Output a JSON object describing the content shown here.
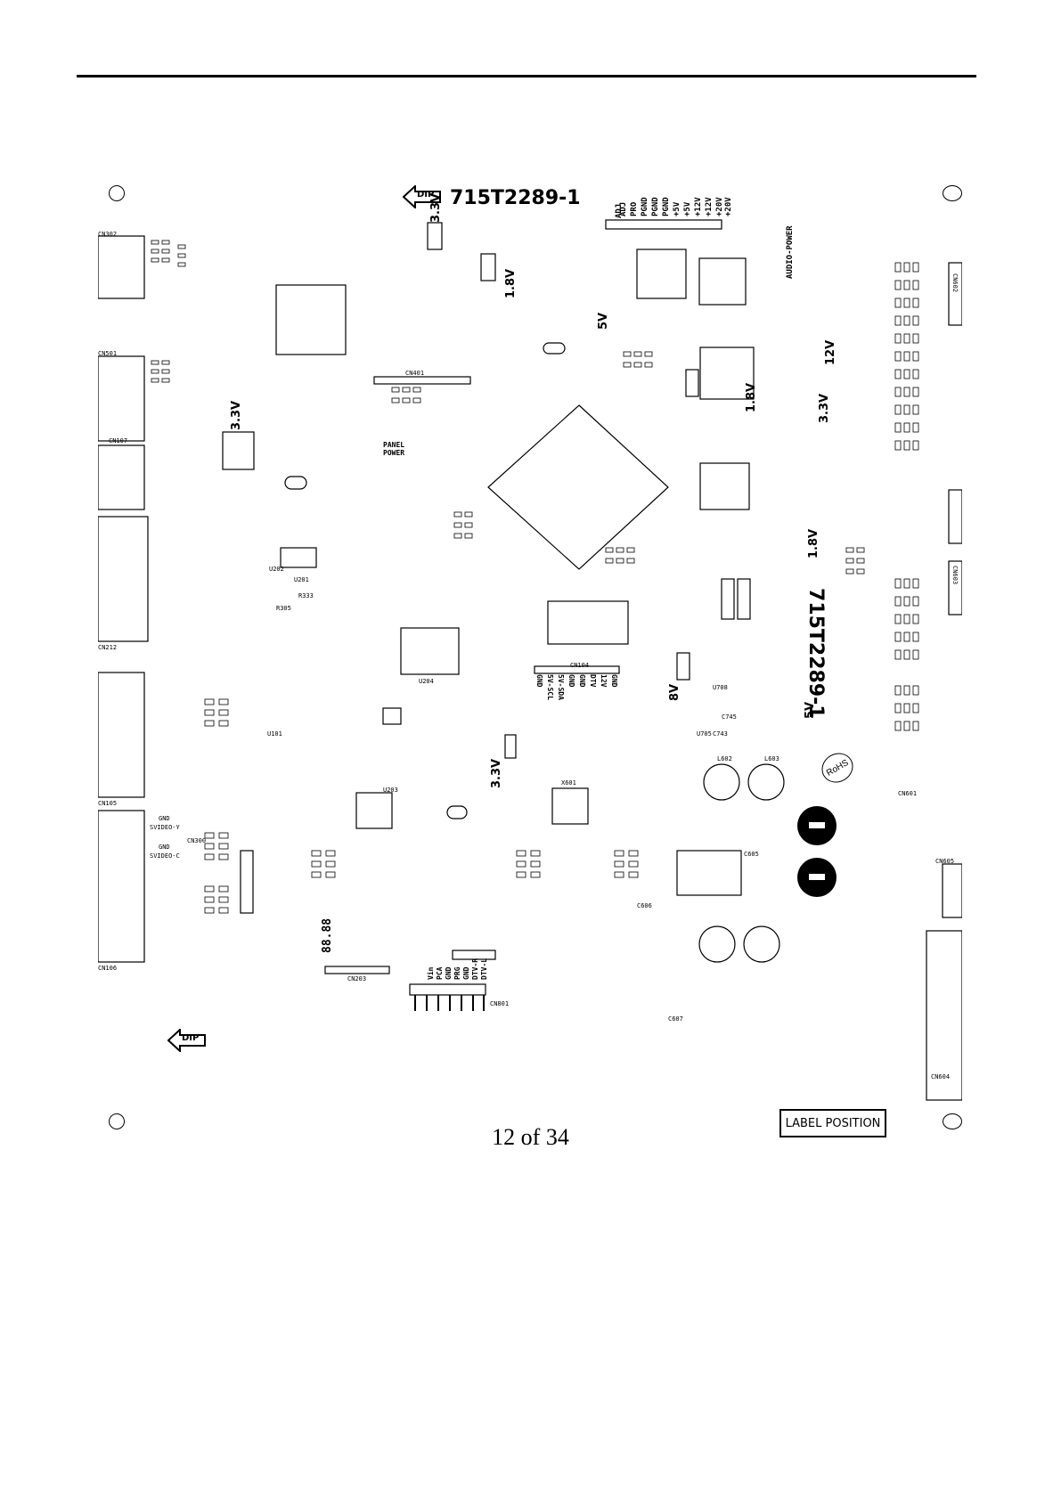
{
  "board": {
    "part_number_top": "715T2289-1",
    "part_number_side": "715T2289-1",
    "dip_marker": "DIP",
    "rohs": "RoHS",
    "label_position": "LABEL POSITION",
    "date_code": "88.88"
  },
  "page": {
    "number": "12 of 34"
  },
  "power_labels": {
    "v33_top": "3.3V",
    "v33_left": "3.3V",
    "v33_right": "3.3V",
    "v33_bottom": "3.3V",
    "v18_top": "1.8V",
    "v18_mid": "1.8V",
    "v18_right": "1.8V",
    "v5_a": "5V",
    "v5_b": "5V",
    "v8": "8V",
    "v12": "12V",
    "panel_power": "PANEL POWER",
    "audio_power": "AUDIO-POWER"
  },
  "connector_pins": {
    "top_header": [
      "+20V",
      "+20V",
      "+12V",
      "+12V",
      "+5V",
      "+5V",
      "PGND",
      "PGND",
      "PGND",
      "PRO",
      "ADJ"
    ],
    "cn104": [
      "GND",
      "5V-SCL",
      "5V-SDA",
      "GND",
      "GND",
      "DTV",
      "12V",
      "GND"
    ],
    "cn801": [
      "DTV-L",
      "DTV-R",
      "GND",
      "PRG",
      "GND",
      "PCA",
      "Vin"
    ],
    "svideo": [
      "GND",
      "SVIDEO-Y",
      "GND",
      "SVIDEO-C"
    ]
  },
  "refs": {
    "cn302": "CN302",
    "cn501": "CN501",
    "cn107": "CN107",
    "cn212": "CN212",
    "cn105": "CN105",
    "cn106": "CN106",
    "cn401": "CN401",
    "cn104": "CN104",
    "cn203": "CN203",
    "cn801": "CN801",
    "cn605": "CN605",
    "cn604": "CN604",
    "cn602": "CN602",
    "cn601": "CN601",
    "cn603": "CN603",
    "u204": "U204",
    "u101": "U101",
    "u708": "U708",
    "u705": "U705",
    "u203": "U203",
    "u202": "U202",
    "u201": "U201",
    "l602": "L602",
    "l603": "L603",
    "x601": "X601",
    "c607": "C607",
    "c745": "C745",
    "c743": "C743",
    "r333": "R333",
    "r305": "R305",
    "c605": "C605",
    "c606": "C606",
    "cn300": "CN300"
  }
}
